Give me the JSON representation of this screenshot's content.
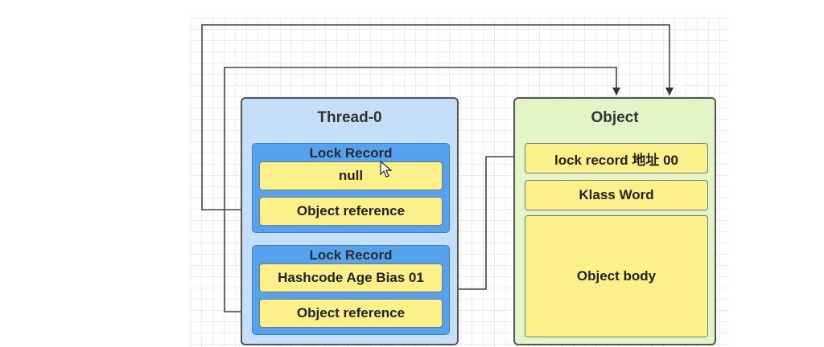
{
  "thread": {
    "title": "Thread-0",
    "lock_records": [
      {
        "title": "Lock Record",
        "cell_top": "null",
        "cell_bottom": "Object reference"
      },
      {
        "title": "Lock Record",
        "cell_top": "Hashcode Age Bias 01",
        "cell_bottom": "Object reference"
      }
    ]
  },
  "object": {
    "title": "Object",
    "mark_word": "lock  record 地址 00",
    "klass_word": "Klass Word",
    "body": "Object body"
  },
  "colors": {
    "thread_bg": "#c5dff8",
    "lock_record_bg": "#55a3ee",
    "cell_bg": "#fbf08a",
    "object_bg": "#e2f5c6"
  }
}
